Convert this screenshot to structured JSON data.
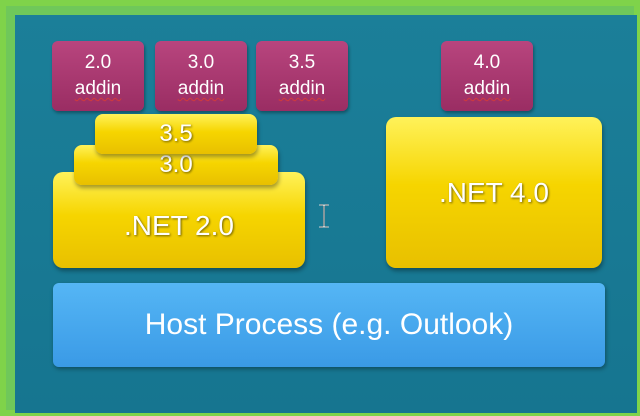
{
  "addins": [
    {
      "version": "2.0",
      "label": "addin"
    },
    {
      "version": "3.0",
      "label": "addin"
    },
    {
      "version": "3.5",
      "label": "addin"
    },
    {
      "version": "4.0",
      "label": "addin"
    }
  ],
  "stack_left": {
    "layer_35": "3.5",
    "layer_30": "3.0",
    "base": ".NET 2.0"
  },
  "stack_right": {
    "base": ".NET 4.0"
  },
  "host": {
    "label": "Host Process (e.g. Outlook)"
  },
  "colors": {
    "frame_border": "#7fd34a",
    "background": "#1b7f99",
    "addin": "#a8356d",
    "runtime": "#f6d500",
    "host": "#4aa8ee"
  },
  "icons": {
    "text_cursor": "i-beam-cursor-icon"
  }
}
